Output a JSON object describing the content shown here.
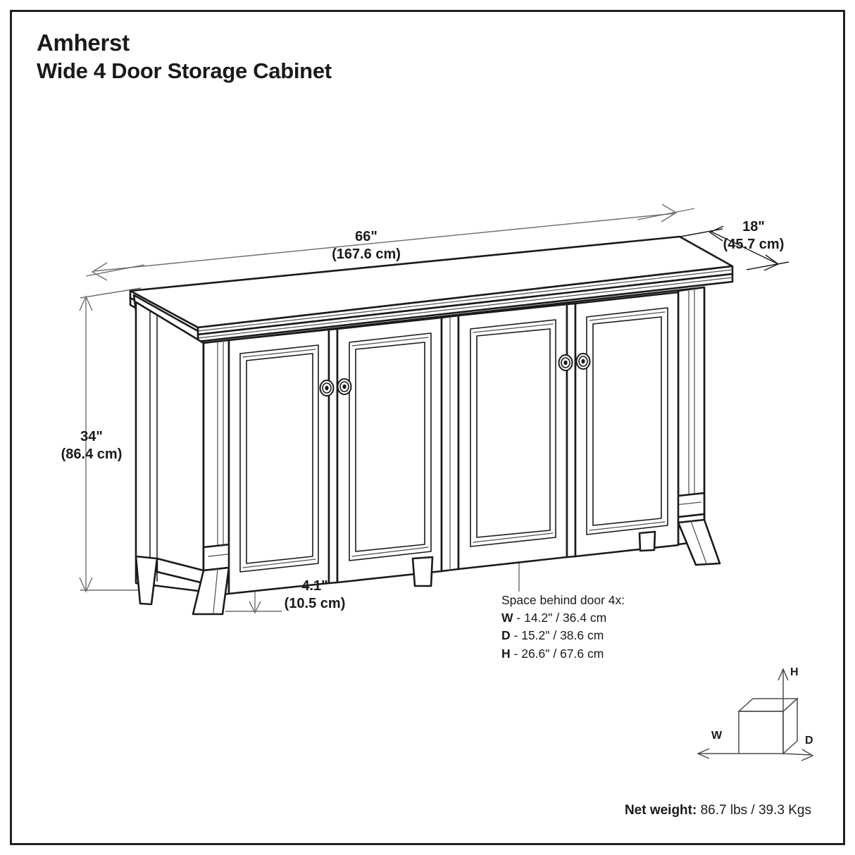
{
  "document": {
    "title_line1": "Amherst",
    "title_line2": "Wide 4 Door Storage Cabinet"
  },
  "dimensions": {
    "width": {
      "imperial": "66\"",
      "metric": "(167.6 cm)"
    },
    "depth": {
      "imperial": "18\"",
      "metric": "(45.7 cm)"
    },
    "height": {
      "imperial": "34\"",
      "metric": "(86.4 cm)"
    },
    "leg_clearance": {
      "imperial": "4.1\"",
      "metric": "(10.5 cm)"
    }
  },
  "callout": {
    "heading": "Space behind door 4x:",
    "rows": [
      {
        "key": "W",
        "value": "- 14.2\" / 36.4 cm"
      },
      {
        "key": "D",
        "value": "- 15.2\" / 38.6 cm"
      },
      {
        "key": "H",
        "value": "- 26.6\" / 67.6 cm"
      }
    ]
  },
  "cube_legend": {
    "height_axis": "H",
    "width_axis": "W",
    "depth_axis": "D"
  },
  "net_weight": {
    "label": "Net weight:",
    "value": "86.7 lbs / 39.3 Kgs"
  },
  "colors": {
    "ink": "#231f20",
    "line": "#1a1a1a",
    "thin_line": "#58595b",
    "background": "#ffffff"
  }
}
